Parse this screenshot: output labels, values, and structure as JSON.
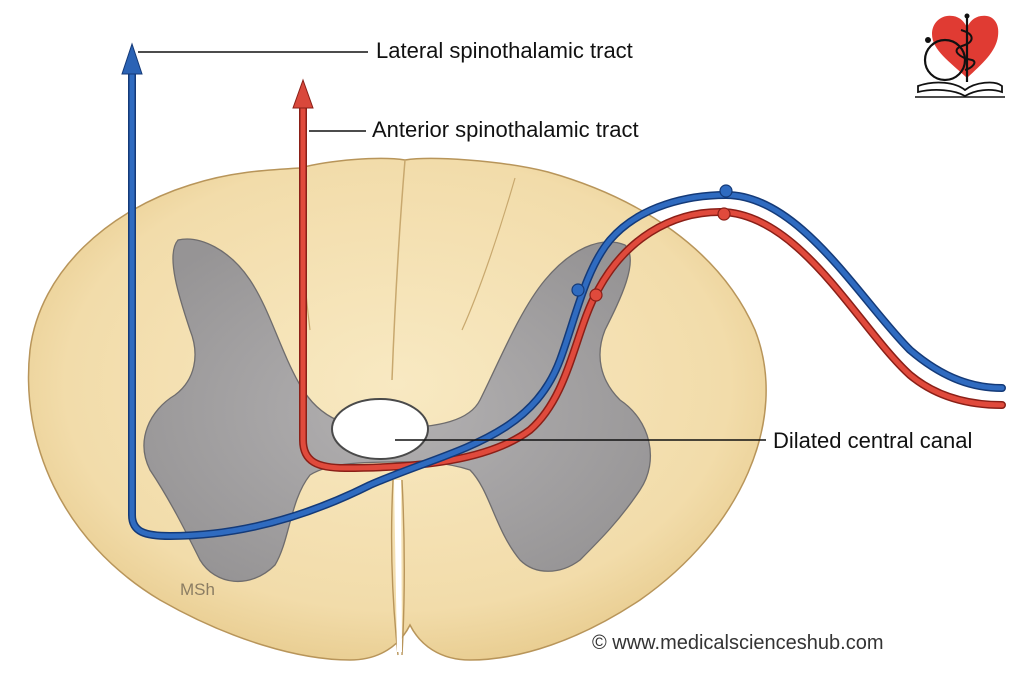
{
  "labels": {
    "lateral_tract": "Lateral spinothalamic tract",
    "anterior_tract": "Anterior spinothalamic tract",
    "central_canal": "Dilated central canal",
    "artist_initials": "MSh",
    "copyright": "© www.medicalscienceshub.com"
  },
  "colors": {
    "white_matter": "#f5e2b3",
    "white_matter_edge": "#c9a96a",
    "grey_matter": "#a6a4a5",
    "lateral_tract": "#2b63b5",
    "anterior_tract": "#d9483b",
    "logo_heart": "#e03b33"
  },
  "logo": {
    "icon": "caduceus-heart-book-logo"
  }
}
